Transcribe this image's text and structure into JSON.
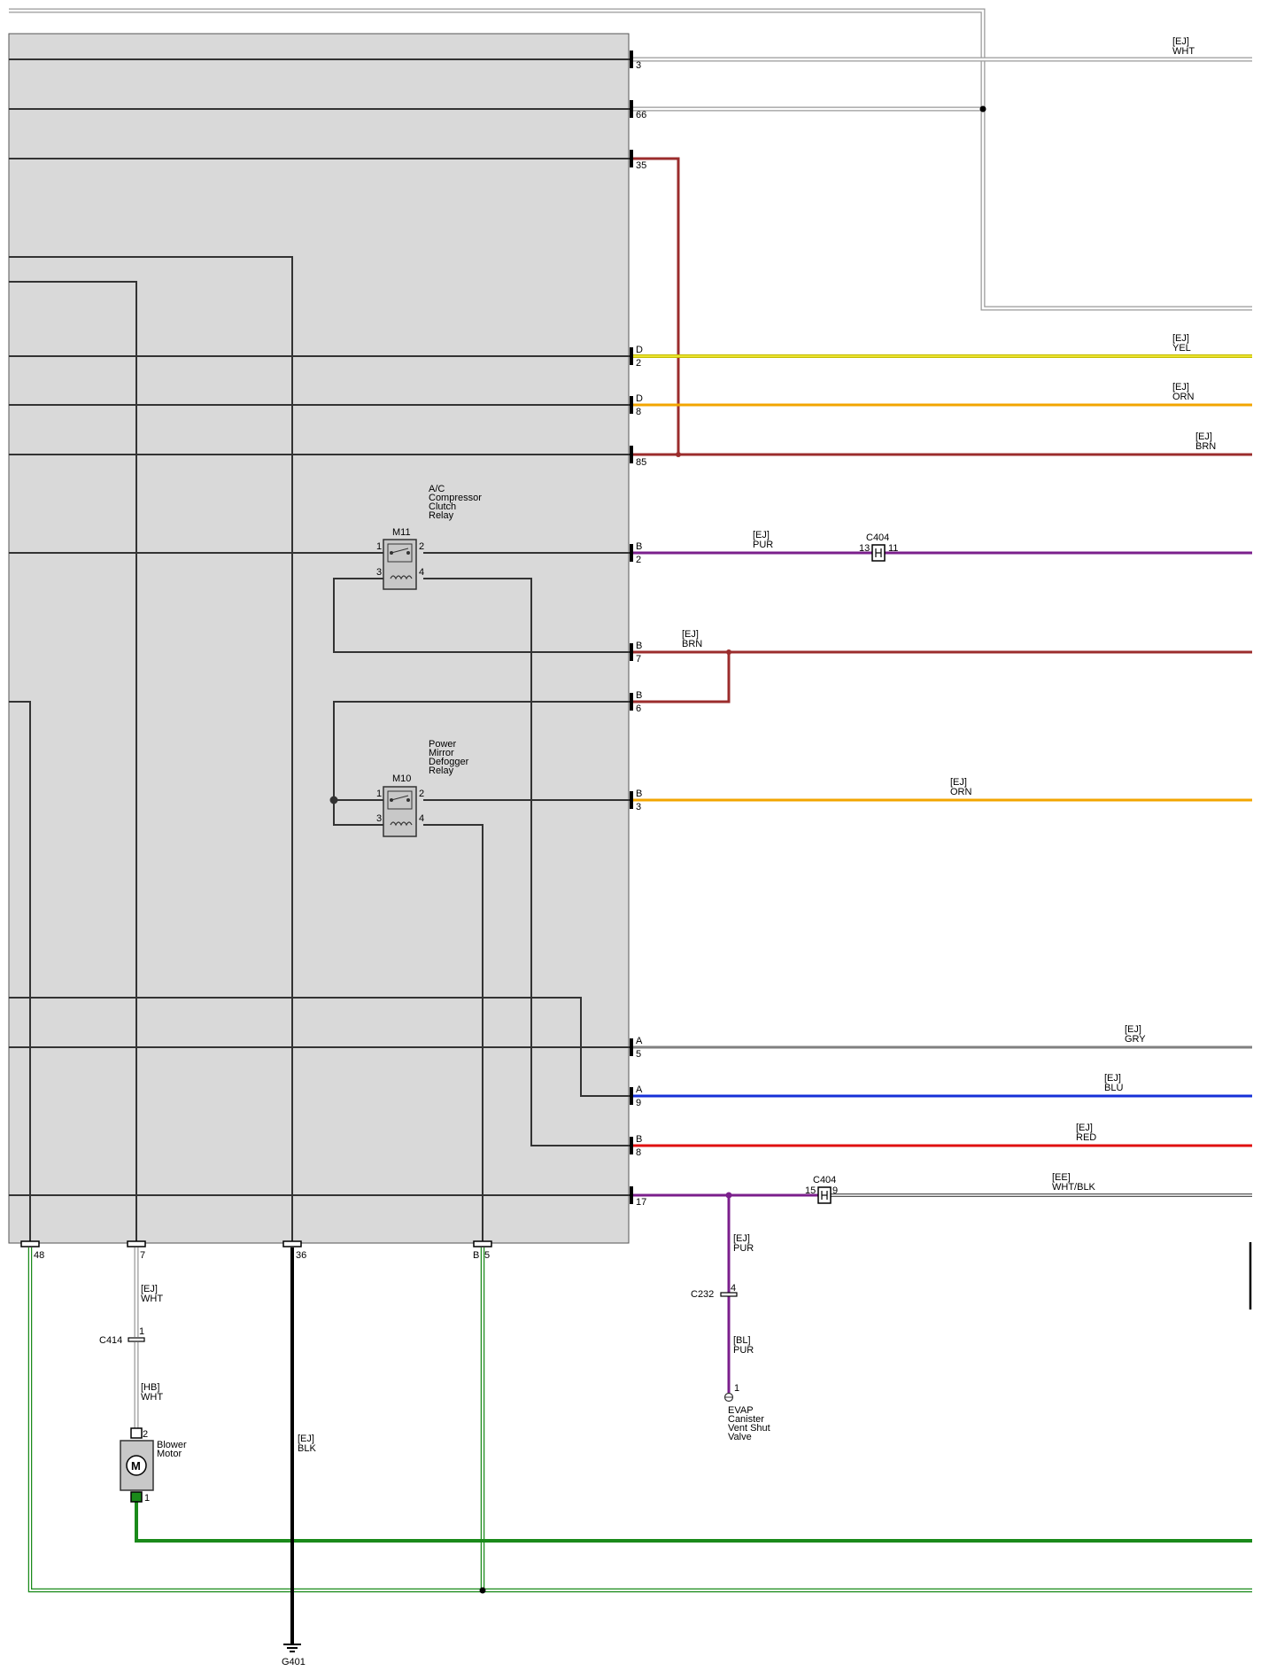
{
  "colors": {
    "module_fill": "#d9d9d9",
    "dark": "#333333",
    "brown": "#9b2c2c",
    "yellow": "#e8e000",
    "orange": "#f2a500",
    "purple": "#7b1f8c",
    "gray": "#808080",
    "blue": "#1530d8",
    "red": "#e01010",
    "green": "#1a8a1a",
    "white_wire": "#999999"
  },
  "module_pins": {
    "p3": "3",
    "p66": "66",
    "p35": "35",
    "pD2_top": "D",
    "pD2_bot": "2",
    "pD8_top": "D",
    "pD8_bot": "8",
    "p85": "85",
    "pB2_top": "B",
    "pB2_bot": "2",
    "pB7_top": "B",
    "pB7_bot": "7",
    "pB6_top": "B",
    "pB6_bot": "6",
    "pB3_top": "B",
    "pB3_bot": "3",
    "pA5_top": "A",
    "pA5_bot": "5",
    "pA9_top": "A",
    "pA9_bot": "9",
    "pB8_top": "B",
    "pB8_bot": "8",
    "p17": "17",
    "bot48": "48",
    "bot7": "7",
    "bot36": "36",
    "botB": "B",
    "bot5": "5"
  },
  "wire_labels": {
    "wht_top": [
      "[EJ]",
      "WHT"
    ],
    "yel": [
      "[EJ]",
      "YEL"
    ],
    "orn_d8": [
      "[EJ]",
      "ORN"
    ],
    "brn_85": [
      "[EJ]",
      "BRN"
    ],
    "pur_b2": [
      "[EJ]",
      "PUR"
    ],
    "brn_b7": [
      "[EJ]",
      "BRN"
    ],
    "orn_b3": [
      "[EJ]",
      "ORN"
    ],
    "gry": [
      "[EJ]",
      "GRY"
    ],
    "blu": [
      "[EJ]",
      "BLU"
    ],
    "red": [
      "[EJ]",
      "RED"
    ],
    "wht_blk": [
      "[EE]",
      "WHT/BLK"
    ],
    "pur_17": [
      "[EJ]",
      "PUR"
    ],
    "pur_bl": [
      "[BL]",
      "PUR"
    ],
    "wht_7": [
      "[EJ]",
      "WHT"
    ],
    "wht_hb": [
      "[HB]",
      "WHT"
    ],
    "blk_36": [
      "[EJ]",
      "BLK"
    ]
  },
  "connectors": {
    "c404_a": {
      "name": "C404",
      "left": "13",
      "right": "11"
    },
    "c404_b": {
      "name": "C404",
      "left": "15",
      "right": "9"
    },
    "c232": {
      "name": "C232",
      "pin": "4"
    },
    "c414": {
      "name": "C414",
      "pin": "1"
    }
  },
  "relays": {
    "m11": {
      "id": "M11",
      "title": [
        "A/C",
        "Compressor",
        "Clutch",
        "Relay"
      ],
      "pins": [
        "1",
        "2",
        "3",
        "4"
      ]
    },
    "m10": {
      "id": "M10",
      "title": [
        "Power",
        "Mirror",
        "Defogger",
        "Relay"
      ],
      "pins": [
        "1",
        "2",
        "3",
        "4"
      ]
    }
  },
  "components": {
    "evap": {
      "pin": "1",
      "title": [
        "EVAP",
        "Canister",
        "Vent Shut",
        "Valve"
      ]
    },
    "blower": {
      "pin_top": "2",
      "pin_bottom": "1",
      "symbol": "M",
      "title": [
        "Blower",
        "Motor"
      ]
    }
  },
  "ground": {
    "name": "G401"
  }
}
